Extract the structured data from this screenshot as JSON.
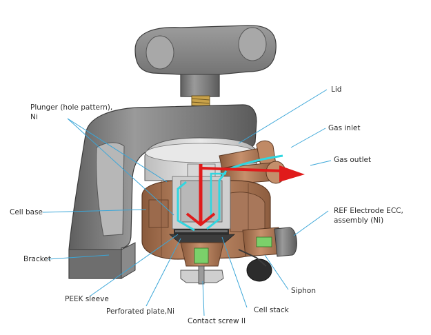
{
  "labels": {
    "lid": "Lid",
    "plunger_line1": "Plunger (hole pattern),",
    "plunger_line2": "Ni",
    "gas_inlet": "Gas inlet",
    "gas_outlet": "Gas outlet",
    "cell_base": "Cell base",
    "ref_electrode_line1": "REF Electrode ECC,",
    "ref_electrode_line2": "assembly (Ni)",
    "bracket": "Bracket",
    "peek_sleeve": "PEEK sleeve",
    "siphon": "Siphon",
    "perforated_plate": "Perforated plate,Ni",
    "cell_stack": "Cell stack",
    "contact_screw": "Contact screw II"
  },
  "colors": {
    "leader_line": "#3aa6d8",
    "gas_flow": "#e01b1b",
    "gas_path": "#2fd6e0",
    "copper": "#b98566",
    "metal": "#8c8c8c"
  }
}
